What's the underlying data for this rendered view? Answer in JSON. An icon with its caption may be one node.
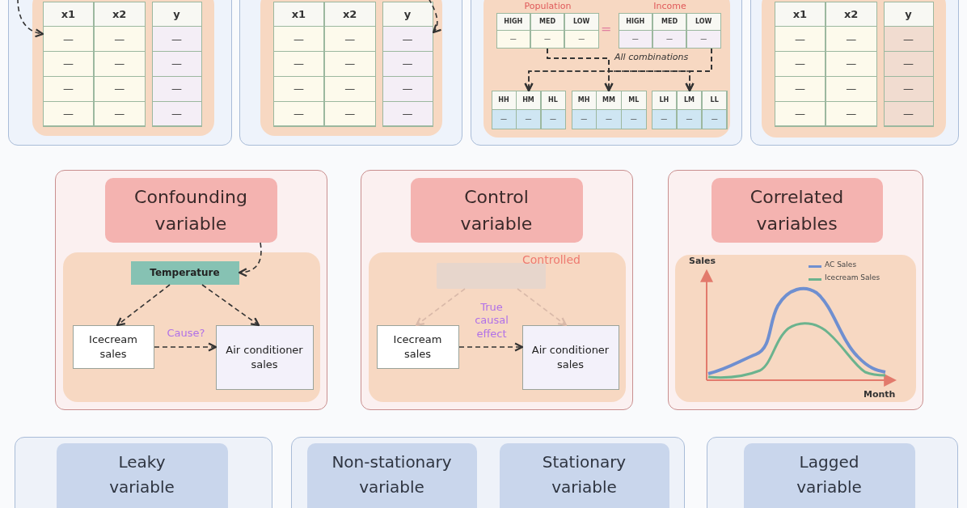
{
  "diagram": {
    "nodes": [
      {
        "text": [],
        "shape": "box"
      },
      {
        "text": [
          "x1",
          "x2",
          "—",
          "—",
          "—",
          "—",
          "—",
          "—",
          "—",
          "—"
        ],
        "in": 0
      },
      {
        "text": [
          "y",
          "—",
          "—",
          "—",
          "—"
        ],
        "in": 0
      },
      {
        "text": [],
        "shape": "box"
      },
      {
        "text": [
          "x1",
          "x2",
          "—",
          "—",
          "—",
          "—",
          "—",
          "—",
          "—",
          "—"
        ],
        "in": 3
      },
      {
        "text": [
          "y",
          "—",
          "—",
          "—",
          "—"
        ],
        "in": 3
      },
      {
        "text": [],
        "shape": "box"
      },
      {
        "text": [
          "Population",
          "HIGH",
          "MED",
          "LOW",
          "—",
          "—",
          "—"
        ],
        "in": 6
      },
      {
        "text": [
          "Income",
          "HIGH",
          "MED",
          "LOW",
          "—",
          "—",
          "—"
        ],
        "in": 6
      },
      {
        "text": [
          "HH",
          "HM",
          "HL",
          "—",
          "—",
          "—"
        ],
        "in": 6
      },
      {
        "text": [
          "MH",
          "MM",
          "ML",
          "—",
          "—",
          "—"
        ],
        "in": 6
      },
      {
        "text": [
          "LH",
          "LM",
          "LL",
          "—",
          "—",
          "—"
        ],
        "in": 6
      },
      {
        "text": [],
        "shape": "box"
      },
      {
        "text": [
          "x1",
          "x2",
          "—",
          "—",
          "—",
          "—",
          "—",
          "—",
          "—",
          "—"
        ],
        "in": 12
      },
      {
        "text": [
          "y",
          "—",
          "—",
          "—",
          "—"
        ],
        "in": 12
      },
      {
        "text": [],
        "shape": "box"
      },
      {
        "text": [
          "Confounding variable"
        ],
        "in": 15
      },
      {
        "text": [
          "Temperature"
        ],
        "in": 15
      },
      {
        "text": [
          "Icecream sales"
        ],
        "in": 15
      },
      {
        "text": [
          "Air conditioner sales"
        ],
        "in": 15
      },
      {
        "text": [],
        "shape": "box"
      },
      {
        "text": [
          "Control variable"
        ],
        "in": 20
      },
      {
        "text": [],
        "shape": "box",
        "in": 20,
        "beside": [
          "Controlled"
        ]
      },
      {
        "text": [
          "Icecream sales"
        ],
        "in": 20
      },
      {
        "text": [
          "Air conditioner sales"
        ],
        "in": 20
      },
      {
        "text": [],
        "shape": "box"
      },
      {
        "text": [
          "Correlated variables"
        ],
        "in": 25
      },
      {
        "text": [],
        "shape": "box"
      },
      {
        "text": [
          "Leaky variable"
        ],
        "in": 27
      },
      {
        "text": [],
        "shape": "box"
      },
      {
        "text": [
          "Non-stationary variable"
        ],
        "in": 29
      },
      {
        "text": [
          "Stationary variable"
        ],
        "in": 29
      },
      {
        "text": [],
        "shape": "box"
      },
      {
        "text": [
          "Lagged variable"
        ],
        "in": 32
      }
    ],
    "edges": [
      {
        "from": null,
        "to": 1,
        "arrow": "to",
        "style": "dashed"
      },
      {
        "from": null,
        "to": 5,
        "arrow": "to",
        "style": "dashed"
      },
      {
        "from": 7,
        "to": 9,
        "arrow": "to",
        "style": "dashed"
      },
      {
        "from": 7,
        "to": 10,
        "arrow": "to",
        "style": "dashed"
      },
      {
        "from": 7,
        "to": 11,
        "arrow": "to",
        "style": "dashed"
      },
      {
        "from": 8,
        "to": 9,
        "arrow": "to",
        "style": "dashed"
      },
      {
        "from": 8,
        "to": 10,
        "arrow": "to",
        "style": "dashed"
      },
      {
        "from": 8,
        "to": 11,
        "arrow": "to",
        "style": "dashed"
      },
      {
        "from": 16,
        "to": 17,
        "arrow": "to",
        "style": "dashed"
      },
      {
        "from": 17,
        "to": 18,
        "arrow": "to",
        "style": "dashed"
      },
      {
        "from": 17,
        "to": 19,
        "arrow": "to",
        "style": "dashed"
      },
      {
        "from": 18,
        "to": 19,
        "arrow": "to",
        "style": "dashed",
        "label": "Cause?"
      },
      {
        "from": 22,
        "to": 23,
        "arrow": "to",
        "style": "dashed",
        "color": "#d9b9a9"
      },
      {
        "from": 22,
        "to": 24,
        "arrow": "to",
        "style": "dashed",
        "color": "#d9b9a9"
      },
      {
        "from": 23,
        "to": 24,
        "arrow": "to",
        "style": "dashed",
        "label": "True causal effect"
      }
    ],
    "labels": [
      "=",
      "All combinations",
      "Sales",
      "Month"
    ],
    "legend": [
      {
        "text": "AC Sales"
      },
      {
        "text": "Icecream Sales"
      }
    ]
  }
}
